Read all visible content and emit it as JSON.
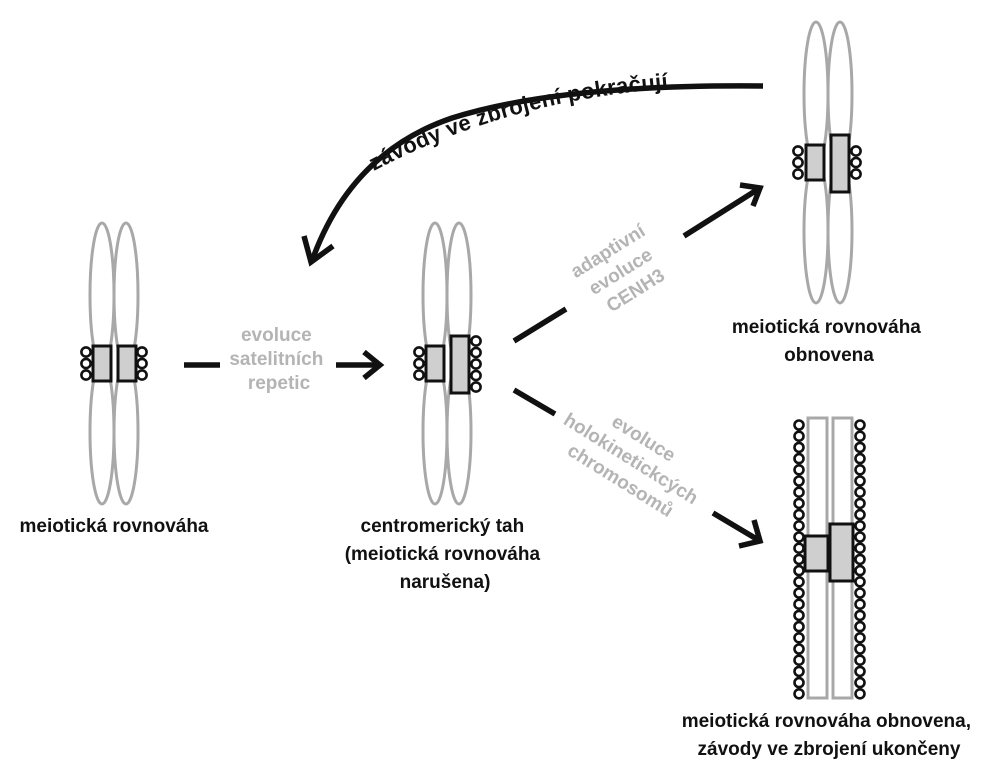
{
  "colors": {
    "dark": "#111111",
    "grey_text": "#b4b4b4",
    "chromatid_outline": "#a8a8a8",
    "centromere_fill": "#cfcfcf"
  },
  "stages": {
    "stage1": {
      "label": [
        "meiotická rovnováha"
      ]
    },
    "stage2": {
      "label": [
        "centromerický tah",
        "(meiotická rovnováha",
        "narušena)"
      ]
    },
    "stage3": {
      "label": [
        "meiotická rovnováha",
        "obnovena"
      ]
    },
    "stage4": {
      "label": [
        "meiotická rovnováha obnovena,",
        "závody ve zbrojení ukončeny"
      ]
    }
  },
  "transitions": {
    "satellite": {
      "label": [
        "evoluce",
        "satelitních",
        "repetic"
      ]
    },
    "cenh3": {
      "label": [
        "adaptivní",
        "evoluce",
        "CENH3"
      ]
    },
    "holokinetic": {
      "label": [
        "evoluce",
        "holokinetickcých",
        "chromosomů"
      ]
    },
    "arms_race": {
      "label": "závody  ve  zbrojení  pokračují"
    }
  }
}
